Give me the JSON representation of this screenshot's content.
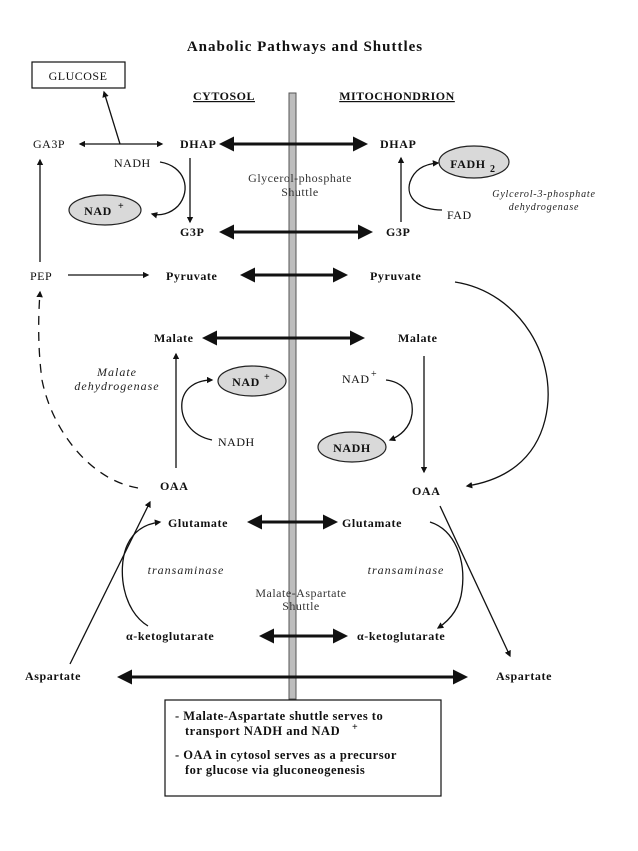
{
  "title": "Anabolic Pathways and Shuttles",
  "headers": {
    "cytosol": "CYTOSOL",
    "mitochondrion": "MITOCHONDRION"
  },
  "glucose": "GLUCOSE",
  "cytosol": {
    "ga3p": "GA3P",
    "dhap": "DHAP",
    "nadh1": "NADH",
    "nad1": "NAD",
    "g3p": "G3P",
    "pep": "PEP",
    "pyruvate": "Pyruvate",
    "malate": "Malate",
    "enzyme_line1": "Malate",
    "enzyme_line2": "dehydrogenase",
    "nad2": "NAD",
    "nadh2": "NADH",
    "oaa": "OAA",
    "glutamate": "Glutamate",
    "transaminase": "transaminase",
    "akg": "α-ketoglutarate",
    "aspartate": "Aspartate"
  },
  "mito": {
    "dhap": "DHAP",
    "fadh2": "FADH",
    "fadh2_sub": "2",
    "enzyme_line1": "Gylcerol-3-phosphate",
    "enzyme_line2": "dehydrogenase",
    "fad": "FAD",
    "g3p": "G3P",
    "pyruvate": "Pyruvate",
    "malate": "Malate",
    "nad": "NAD",
    "nadh": "NADH",
    "oaa": "OAA",
    "glutamate": "Glutamate",
    "transaminase": "transaminase",
    "akg": "α-ketoglutarate",
    "aspartate": "Aspartate"
  },
  "superscript_plus": "+",
  "shuttles": {
    "gp_line1": "Glycerol-phosphate",
    "gp_line2": "Shuttle",
    "ma_line1": "Malate-Aspartate",
    "ma_line2": "Shuttle"
  },
  "notes": {
    "n1_line1": "- Malate-Aspartate shuttle serves to",
    "n1_line2": "transport NADH and NAD",
    "n2_line1": "- OAA in cytosol serves as a precursor",
    "n2_line2": "for glucose via gluconeogenesis"
  }
}
